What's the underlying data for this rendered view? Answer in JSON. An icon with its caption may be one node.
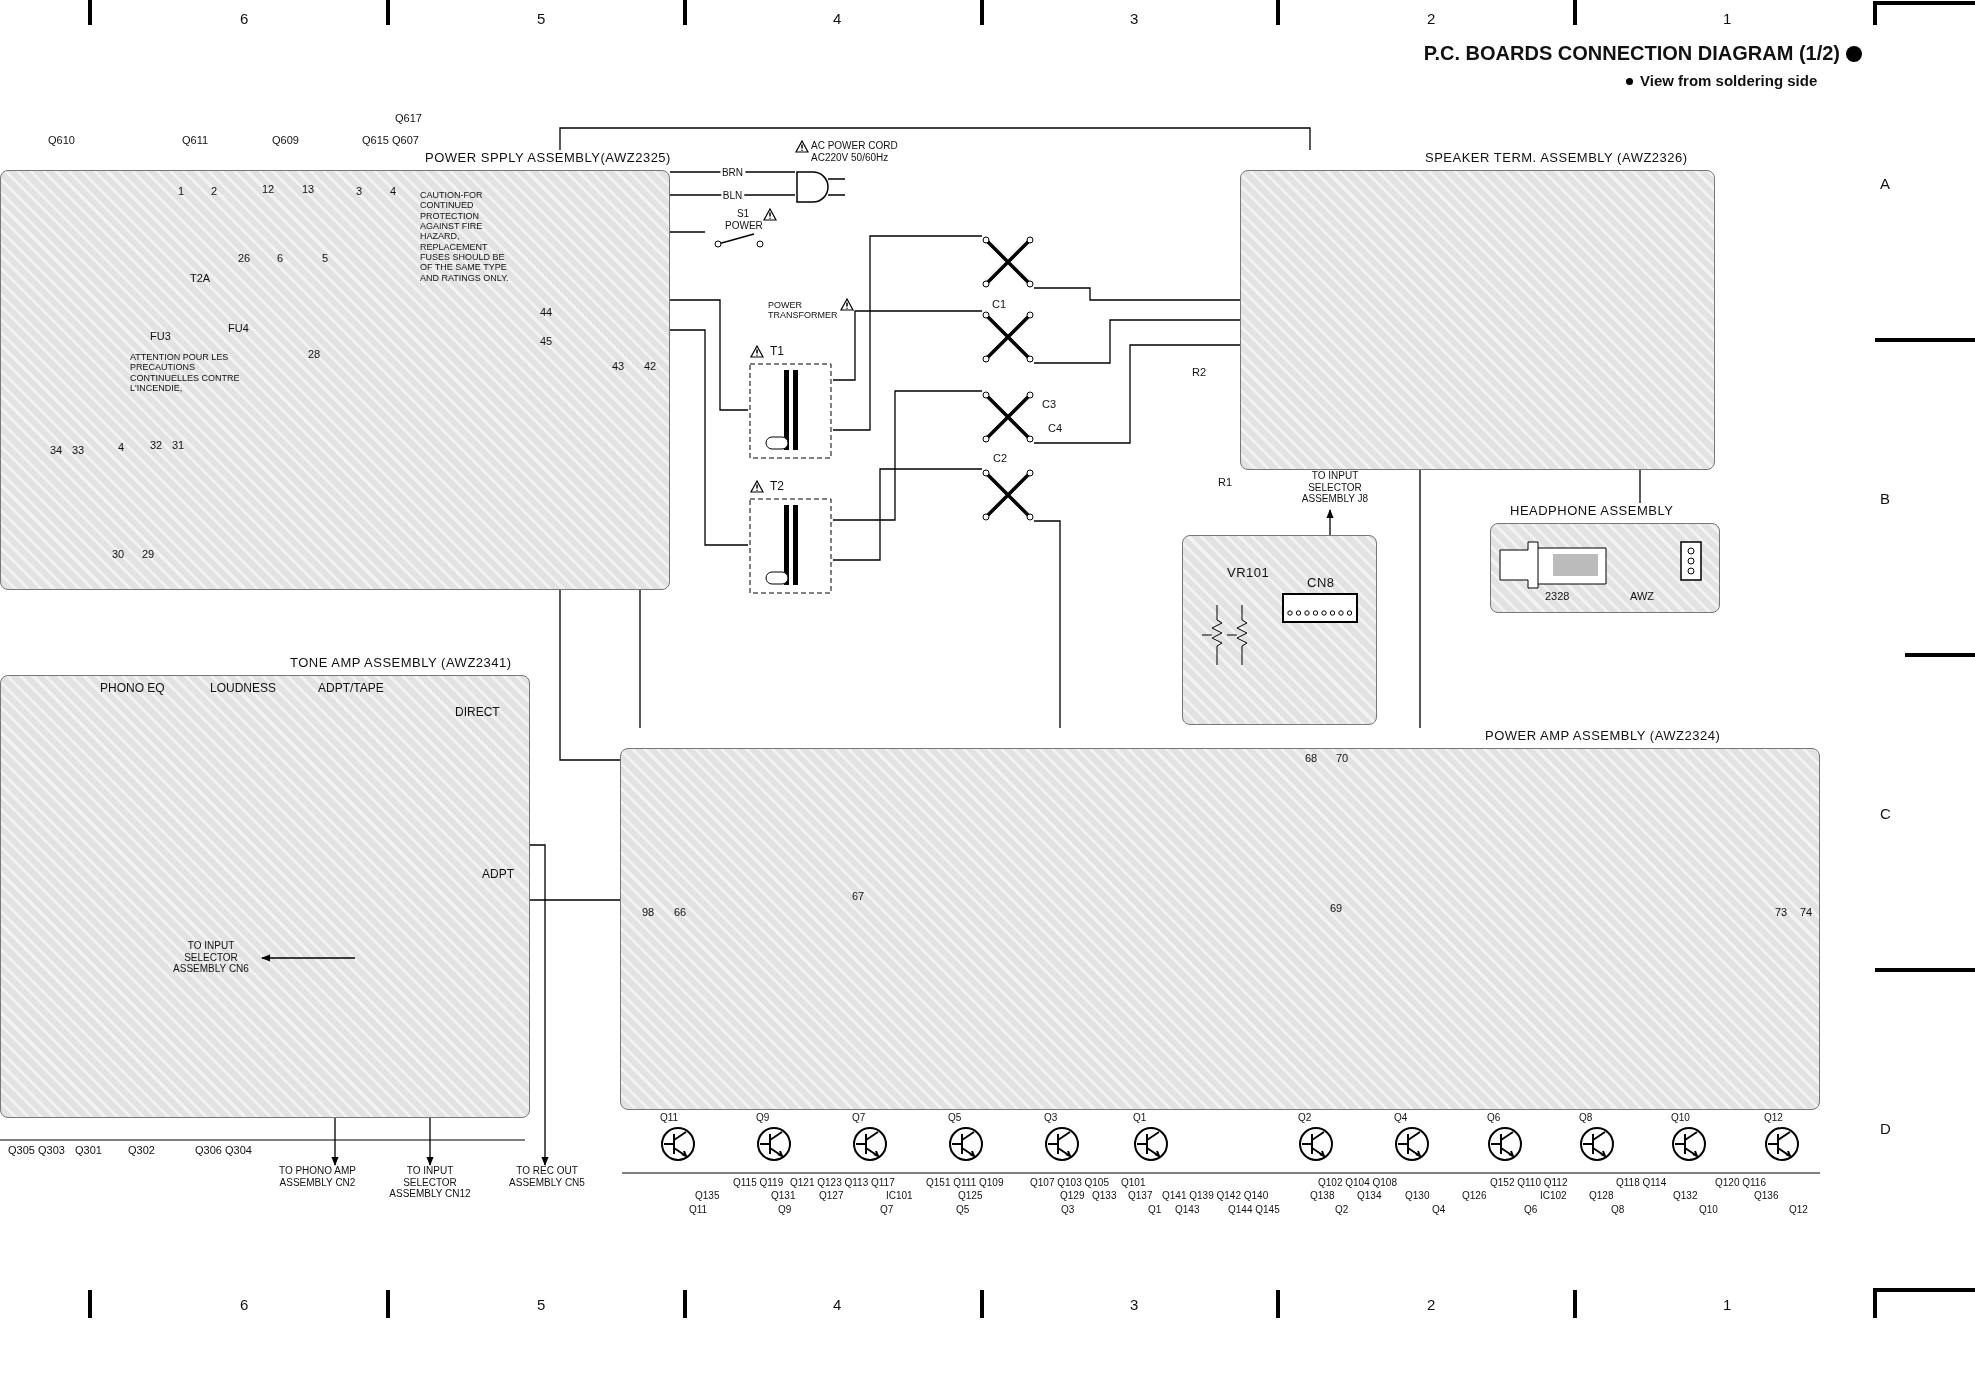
{
  "diagram": {
    "title": "P.C. BOARDS CONNECTION DIAGRAM (1/2)",
    "nodes": [
      {
        "text": [
          "POWER SPPLY ASSEMBLY(AWZ2325)"
        ]
      },
      {
        "text": [
          "SPEAKER TERM. ASSEMBLY (AWZ2326)"
        ]
      },
      {
        "text": [
          "HEADPHONE ASSEMBLY"
        ]
      },
      {
        "text": [
          "TONE AMP ASSEMBLY (AWZ2341)"
        ]
      },
      {
        "text": [
          "POWER AMP ASSEMBLY (AWZ2324)"
        ]
      },
      {
        "text": [
          "VR101",
          "CN8"
        ]
      },
      {
        "text": [
          "T1"
        ]
      },
      {
        "text": [
          "T2"
        ]
      },
      {
        "text": [],
        "shape": "cross"
      },
      {
        "text": [],
        "shape": "cross"
      },
      {
        "text": [],
        "shape": "cross"
      },
      {
        "text": [],
        "shape": "cross"
      },
      {
        "text": [
          "AC POWER CORD AC220V 50/60Hz"
        ]
      },
      {
        "text": [
          "S1 POWER"
        ]
      },
      {
        "text": [
          "TO INPUT SELECTOR ASSEMBLY J8"
        ]
      },
      {
        "text": [
          "TO INPUT SELECTOR ASSEMBLY CN6"
        ],
        "in": 3
      },
      {
        "text": [
          "TO PHONO AMP ASSEMBLY CN2"
        ]
      },
      {
        "text": [
          "TO INPUT SELECTOR ASSEMBLY CN12"
        ]
      },
      {
        "text": [
          "TO REC OUT ASSEMBLY CN5"
        ]
      },
      {
        "text": [
          "Q11"
        ]
      },
      {
        "text": [
          "Q9"
        ]
      },
      {
        "text": [
          "Q7"
        ]
      },
      {
        "text": [
          "Q5"
        ]
      },
      {
        "text": [
          "Q3"
        ]
      },
      {
        "text": [
          "Q1"
        ]
      },
      {
        "text": [
          "Q2"
        ]
      },
      {
        "text": [
          "Q4"
        ]
      },
      {
        "text": [
          "Q6"
        ]
      },
      {
        "text": [
          "Q8"
        ]
      },
      {
        "text": [
          "Q10"
        ]
      },
      {
        "text": [
          "Q12"
        ]
      }
    ],
    "edges": [
      {
        "from": 12,
        "to": 0,
        "arrow": "none",
        "label": "BRN"
      },
      {
        "from": 12,
        "to": 0,
        "arrow": "none",
        "label": "BLN"
      },
      {
        "from": 13,
        "to": 0,
        "arrow": "none"
      },
      {
        "from": 0,
        "to": 6,
        "arrow": "none"
      },
      {
        "from": 0,
        "to": 7,
        "arrow": "none"
      },
      {
        "from": 6,
        "to": 8,
        "arrow": "none"
      },
      {
        "from": 7,
        "to": 11,
        "arrow": "none"
      },
      {
        "from": 6,
        "to": 9,
        "arrow": "none"
      },
      {
        "from": 7,
        "to": 10,
        "arrow": "none"
      },
      {
        "from": 8,
        "to": 1,
        "arrow": "none"
      },
      {
        "from": 9,
        "to": 1,
        "arrow": "none"
      },
      {
        "from": 10,
        "to": 1,
        "arrow": "none"
      },
      {
        "from": 11,
        "to": 4,
        "arrow": "none"
      },
      {
        "from": 0,
        "to": 4,
        "arrow": "none"
      },
      {
        "from": 0,
        "to": 1,
        "arrow": "none"
      },
      {
        "from": 5,
        "to": 14,
        "arrow": "to"
      },
      {
        "from": null,
        "to": 15,
        "arrow": "to"
      },
      {
        "from": 3,
        "to": 16,
        "arrow": "to"
      },
      {
        "from": 3,
        "to": 17,
        "arrow": "to"
      },
      {
        "from": 3,
        "to": 18,
        "arrow": "to"
      },
      {
        "from": 2,
        "to": 1,
        "arrow": "none"
      },
      {
        "from": 0,
        "to": 4,
        "arrow": "none"
      },
      {
        "from": 1,
        "to": 4,
        "arrow": "none"
      },
      {
        "from": 3,
        "to": 4,
        "arrow": "none"
      }
    ],
    "labels": [
      "6",
      "5",
      "4",
      "3",
      "2",
      "1",
      "View from soldering side",
      "A",
      "Q617",
      "Q610",
      "Q611",
      "Q609",
      "Q615 Q607",
      "1",
      "2",
      "12",
      "13",
      "3",
      "4",
      "26",
      "6",
      "5",
      "T2A",
      "FU3",
      "FU4",
      "CAUTION-FOR CONTINUED PROTECTION AGAINST FIRE HAZARD, REPLACEMENT FUSES SHOULD BE OF THE SAME TYPE AND RATINGS ONLY.",
      "ATTENTION POUR LES PRECAUTIONS CONTINUELLES CONTRE L'INCENDIE,",
      "28",
      "44",
      "45",
      "43",
      "42",
      "POWER TRANSFORMER",
      "C1",
      "R2",
      "C3",
      "C4",
      "C2",
      "R1",
      "34",
      "33",
      "4",
      "32",
      "31",
      "B",
      "30",
      "29",
      "2328",
      "AWZ",
      "PHONO EQ",
      "LOUDNESS",
      "ADPT/TAPE",
      "DIRECT",
      "68",
      "70",
      "ADPT",
      "C",
      "98",
      "66",
      "67",
      "69",
      "73",
      "74",
      "D",
      "Q305 Q303",
      "Q301",
      "Q302",
      "Q306 Q304",
      "Q115 Q119",
      "Q121 Q123 Q113 Q117",
      "Q151 Q111 Q109",
      "Q107 Q103 Q105",
      "Q101",
      "Q102 Q104 Q108",
      "Q152 Q110 Q112",
      "Q118 Q114",
      "Q120 Q116",
      "Q135",
      "Q131",
      "Q127",
      "IC101",
      "Q125",
      "Q129",
      "Q133",
      "Q137",
      "Q141 Q139 Q142 Q140",
      "Q138",
      "Q134",
      "Q130",
      "Q126",
      "IC102",
      "Q128",
      "Q132",
      "Q136",
      "Q11",
      "Q9",
      "Q7",
      "Q5",
      "Q3",
      "Q1",
      "Q143",
      "Q144 Q145",
      "Q2",
      "Q4",
      "Q6",
      "Q8",
      "Q10",
      "Q12",
      "6",
      "5",
      "4",
      "3",
      "2",
      "1"
    ]
  }
}
